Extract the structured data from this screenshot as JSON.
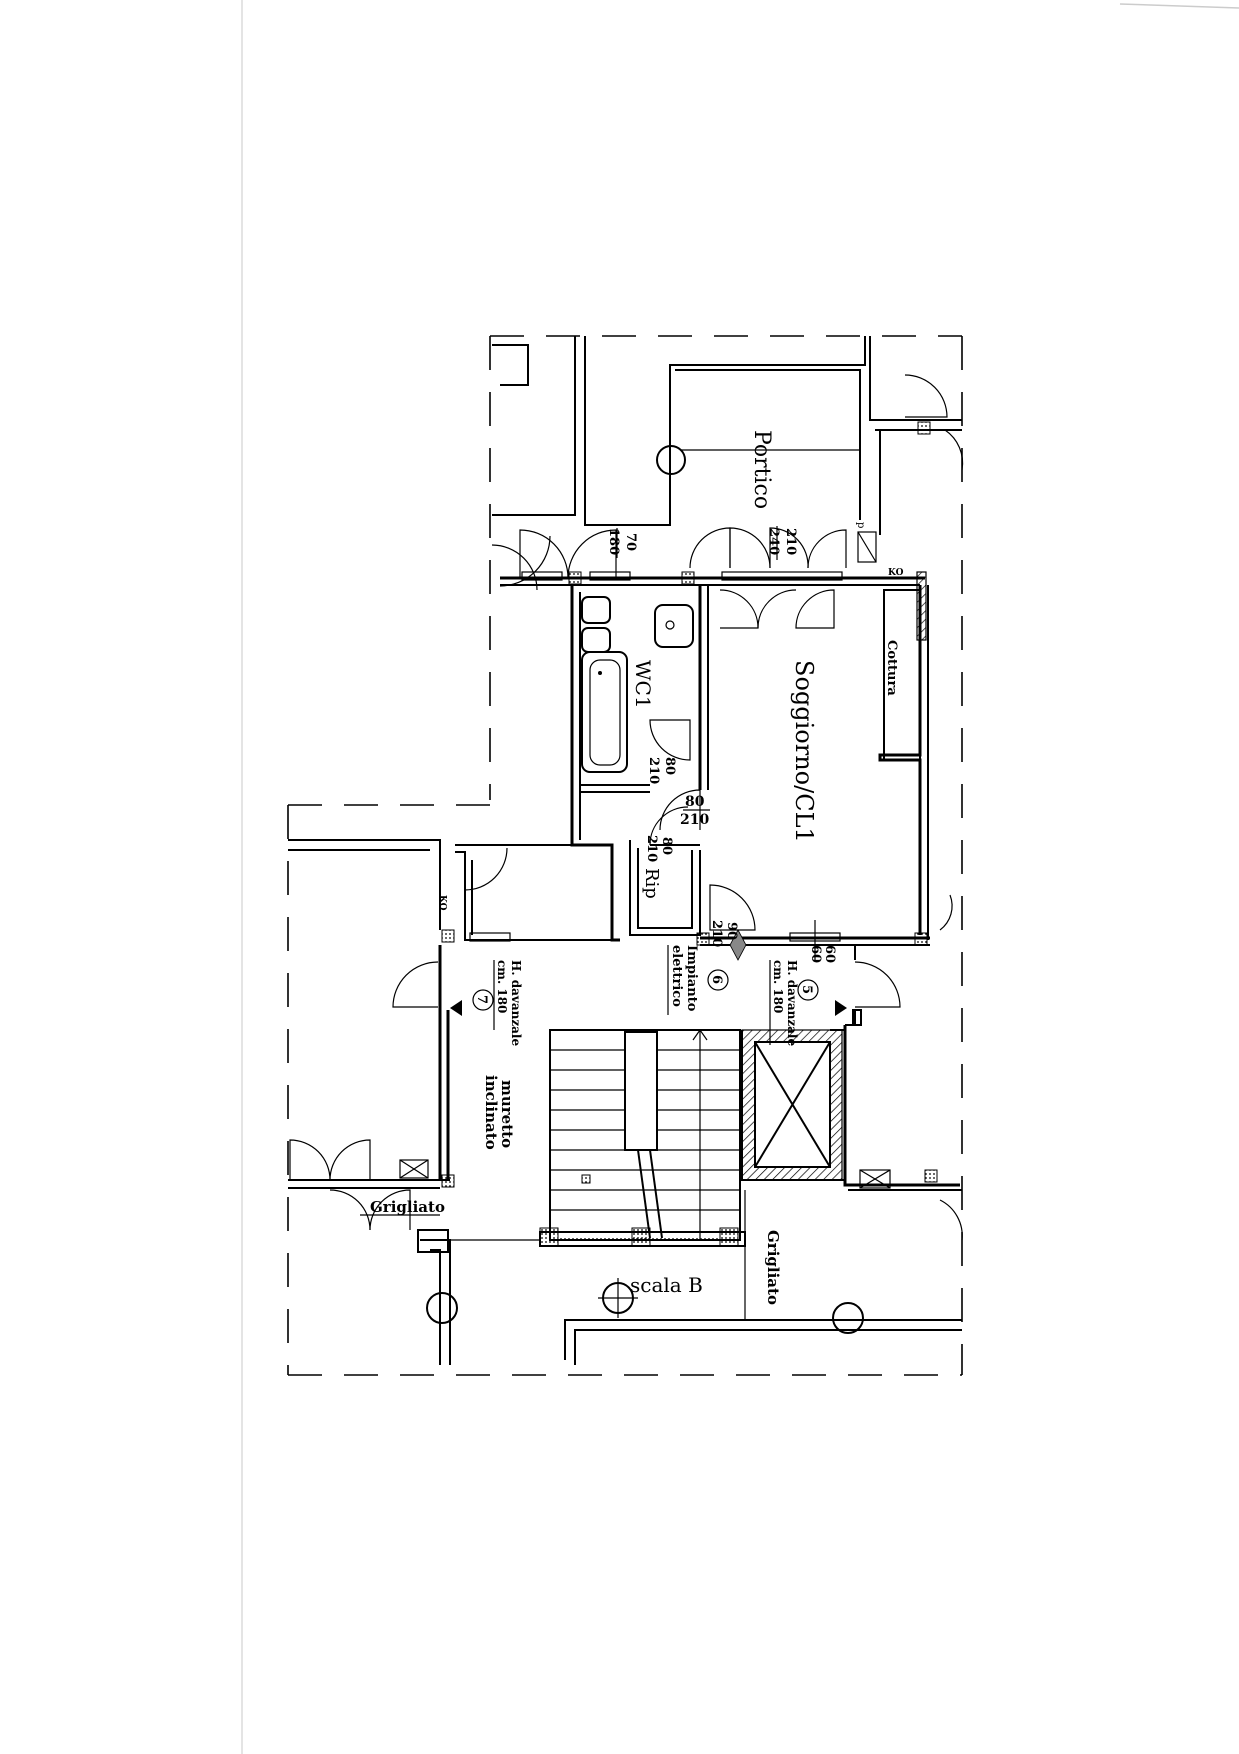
{
  "drawing": {
    "rooms": {
      "portico": "Portico",
      "soggiorno": "Soggiorno/CL1",
      "wc": "WC1",
      "rip": "Rip",
      "cottura": "Cottura",
      "scala": "scala B",
      "muretto_1": "muretto",
      "muretto_2": "inclinato",
      "grigliato_left": "Grigliato",
      "grigliato_right": "Grigliato"
    },
    "doors": {
      "portico_a_top": "70",
      "portico_a_bottom": "180",
      "portico_b_top": "210",
      "portico_b_bottom": "240",
      "wc_door_top": "80",
      "wc_door_bottom": "210",
      "hall_door_top": "80",
      "hall_door_bottom": "210",
      "rip_door_top": "80",
      "rip_door_bottom": "210",
      "entry_door_top": "90",
      "entry_door_bottom": "210",
      "window_top": "60",
      "window_bottom": "60"
    },
    "annotations": {
      "ko_right": "KO",
      "ko_left": "KO",
      "p_small": "p",
      "marker_5": "5",
      "marker_6": "6",
      "marker_7": "7",
      "davanzale_5_line1": "H. davanzale",
      "davanzale_5_line2": "cm. 180",
      "davanzale_7_line1": "H. davanzale",
      "davanzale_7_line2": "cm. 180",
      "impianto_1": "Impianto",
      "impianto_2": "elettrico"
    }
  }
}
